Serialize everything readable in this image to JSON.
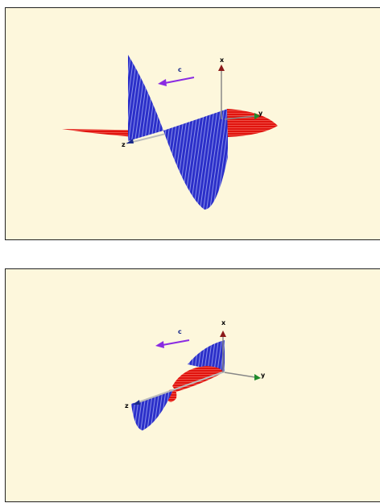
{
  "panels": [
    {
      "axis_labels": {
        "x": "x",
        "y": "y",
        "z": "z"
      },
      "wave_label": "c",
      "colors": {
        "e_field": "#2b2fc9",
        "b_field": "#e0140e",
        "arrow": "#8a2be2",
        "axis_x": "#8b1a1a",
        "axis_y": "#1f8a2a",
        "axis_z": "#1a2a8a"
      }
    },
    {
      "axis_labels": {
        "x": "x",
        "y": "y",
        "z": "z"
      },
      "wave_label": "c",
      "colors": {
        "e_field": "#2b2fc9",
        "b_field": "#e0140e",
        "arrow": "#8a2be2",
        "axis_x": "#8b1a1a",
        "axis_y": "#1f8a2a",
        "axis_z": "#1a2a8a"
      }
    }
  ]
}
